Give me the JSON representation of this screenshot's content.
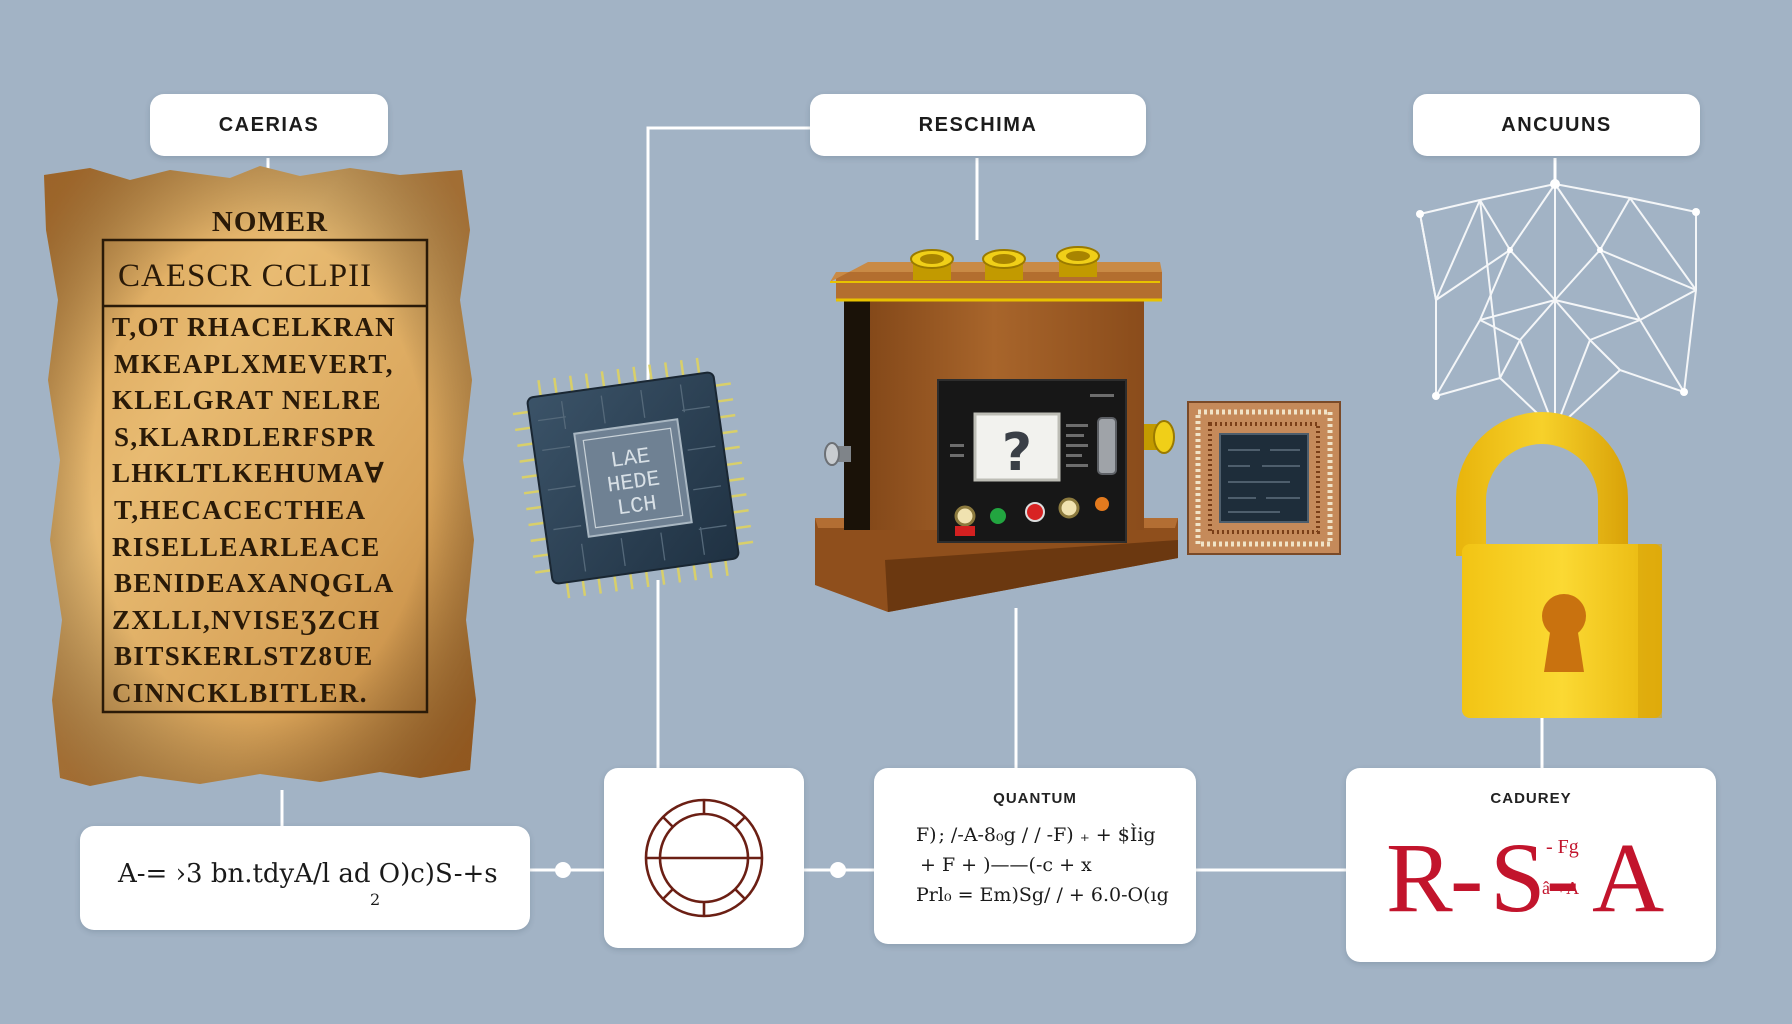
{
  "nodes": {
    "left_top": {
      "label": "CAERIAS"
    },
    "center_top": {
      "label": "RESCHIMA"
    },
    "right_top": {
      "label": "ANCUUNS"
    },
    "quantum": {
      "title": "QUANTUM",
      "lines": [
        "F) ; /-A-8₀g / / -F) ₊ + $Ìig",
        "+         F  + )——(-c  +  x",
        "Prl₀ = Em)Sg/ /  + 6.0-O(ıg"
      ]
    },
    "rsa": {
      "title": "CADUREY",
      "r": "R",
      "dash1": "-",
      "s": "S",
      "dash2": "-",
      "a": "A",
      "sup1": "- Fg",
      "sup2": "â-+A"
    },
    "formula_left": {
      "text": "A-= ›3 bn.tdyA/l ad O)c)S-+s",
      "subscript": "2"
    }
  },
  "scroll": {
    "heading": "NOMER",
    "title": "CAESCR CCLPII",
    "lines": [
      "T,OT RHACELKRAN",
      "MKEAPLXMEVERT,",
      "KLELGRAT NELRE",
      "S,KLARDLERFSPR",
      "LHKLTLKEHUMAⱯ",
      "T,HECACECTHEA",
      "RISELLEARLEACE",
      "BENIDEAXANQGLA",
      "ZXLLI,NVISEƷZCH",
      "BITSKERLSTZ8UE",
      "CINNCKLBITLER."
    ]
  },
  "chip": {
    "lines": [
      "LAE",
      "HEDE",
      "LCH"
    ]
  },
  "machine": {
    "screen_symbol": "?"
  },
  "colors": {
    "background": "#a2b3c5",
    "connector": "#ffffff",
    "parchment": "#d9a55c",
    "wood": "#9c5a22",
    "gold": "#e9c500",
    "lock": "#f5cf1a",
    "rsa_red": "#c2142c"
  },
  "icons": [
    "circuit-chip-icon",
    "cipher-machine-icon",
    "lattice-network-icon",
    "padlock-icon",
    "cipher-wheel-icon"
  ]
}
